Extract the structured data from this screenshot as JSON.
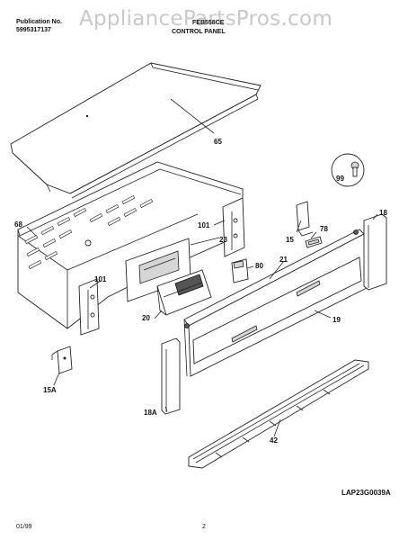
{
  "header": {
    "publication_label": "Publication No.",
    "publication_number": "5995317137",
    "model_partial": "FEB558CE",
    "section_title": "CONTROL PANEL"
  },
  "watermark": "AppliancePartsPros.com",
  "callouts": [
    {
      "id": "65",
      "text": "65"
    },
    {
      "id": "99",
      "text": "99"
    },
    {
      "id": "68",
      "text": "68"
    },
    {
      "id": "101a",
      "text": "101"
    },
    {
      "id": "23",
      "text": "23"
    },
    {
      "id": "15",
      "text": "15"
    },
    {
      "id": "78",
      "text": "78"
    },
    {
      "id": "18",
      "text": "18"
    },
    {
      "id": "80",
      "text": "80"
    },
    {
      "id": "21",
      "text": "21"
    },
    {
      "id": "101b",
      "text": "101"
    },
    {
      "id": "20",
      "text": "20"
    },
    {
      "id": "19",
      "text": "19"
    },
    {
      "id": "15A",
      "text": "15A"
    },
    {
      "id": "18A",
      "text": "18A"
    },
    {
      "id": "42",
      "text": "42"
    }
  ],
  "footer": {
    "drawing_code": "LAP23G0039A",
    "date": "01/99",
    "page_number": "2"
  }
}
